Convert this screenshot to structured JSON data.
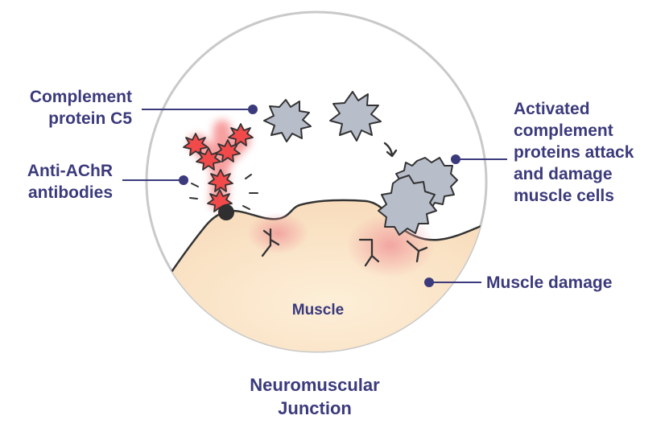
{
  "labels": {
    "complement_c5": [
      "Complement",
      "protein C5"
    ],
    "anti_achr": [
      "Anti-AChR",
      "antibodies"
    ],
    "activated": [
      "Activated",
      "complement",
      "proteins attack",
      "and damage",
      "muscle cells"
    ],
    "muscle_damage": "Muscle damage",
    "muscle": "Muscle",
    "title": [
      "Neuromuscular",
      "Junction"
    ]
  },
  "colors": {
    "label_text": "#3b3a7c",
    "outline": "#333333",
    "circle_stroke": "#c8c8c8",
    "muscle_fill": "#fbe3c6",
    "damage_glow": "#f0a0a0",
    "antibody": "#f04848",
    "complement_protein": "#b8bdca"
  },
  "icons": [
    "antibody-icon",
    "complement-protein-icon",
    "arrow-icon",
    "receptor-icon"
  ]
}
